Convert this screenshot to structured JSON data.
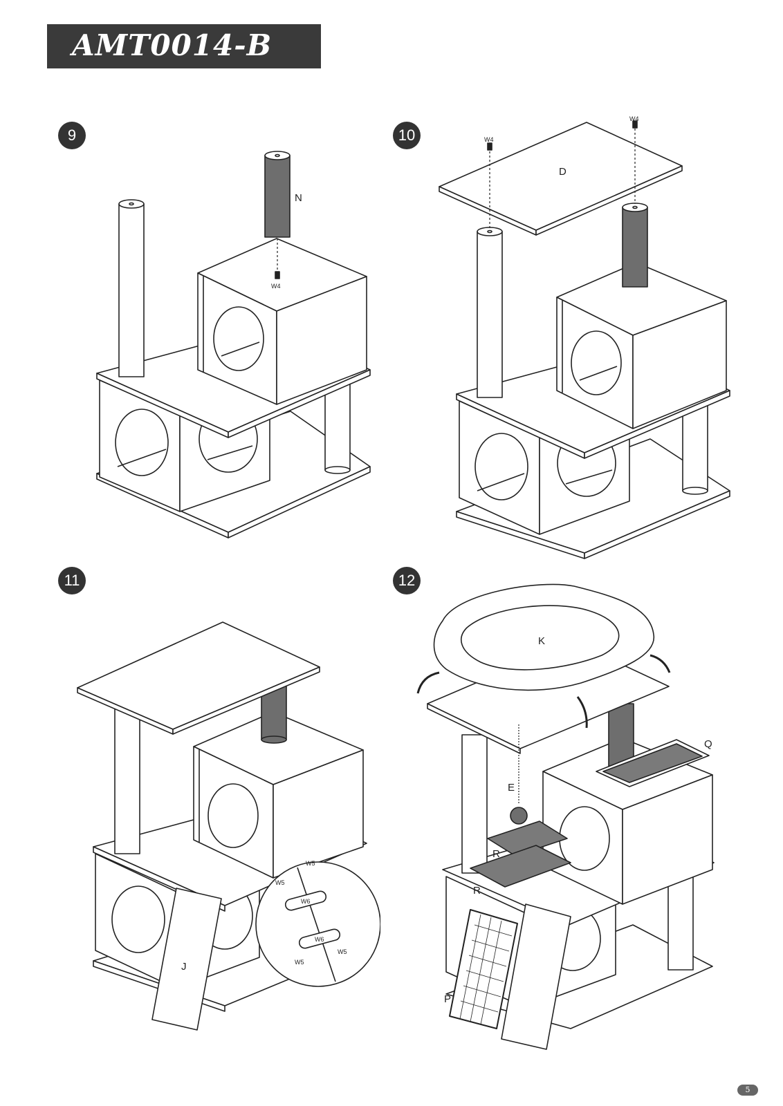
{
  "header": {
    "title": "AMT0014-B"
  },
  "steps": [
    {
      "number": "9",
      "labels": {
        "post": "N",
        "screw": "W4"
      }
    },
    {
      "number": "10",
      "labels": {
        "platform": "D",
        "screw_left": "W4",
        "screw_right": "W4"
      }
    },
    {
      "number": "11",
      "labels": {
        "ramp": "J",
        "screw_a": "W5",
        "screw_b": "W5",
        "screw_c": "W5",
        "screw_d": "W5",
        "bracket_a": "W6",
        "bracket_b": "W6"
      }
    },
    {
      "number": "12",
      "labels": {
        "bed": "K",
        "toy": "E",
        "pad_top": "Q",
        "pad_mid": "R",
        "pad_low": "R",
        "ladder": "P"
      }
    }
  ],
  "footer": {
    "page_number": "5"
  }
}
